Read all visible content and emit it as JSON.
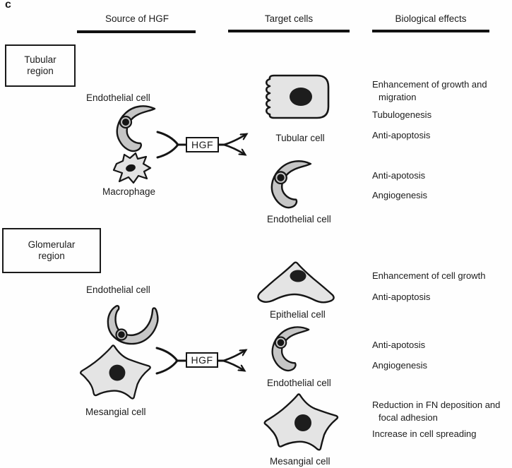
{
  "figure_label": "c",
  "headers": {
    "source": "Source of HGF",
    "targets": "Target cells",
    "effects": "Biological effects"
  },
  "colors": {
    "cell_fill": "#e4e4e4",
    "crescent_fill": "#c6c6c6",
    "nucleus": "#1d1d1d",
    "line": "#161616"
  },
  "tubular": {
    "region_label": "Tubular region",
    "mediator": "HGF",
    "source_cells": [
      "Endothelial cell",
      "Macrophage"
    ],
    "target_groups": [
      {
        "cell": "Tubular cell",
        "effects": [
          "Enhancement of growth and\nmigration",
          "Tubulogenesis",
          "Anti-apoptosis"
        ]
      },
      {
        "cell": "Endothelial cell",
        "effects": [
          "Anti-apotosis",
          "Angiogenesis"
        ]
      }
    ]
  },
  "glomerular": {
    "region_label": "Glomerular region",
    "mediator": "HGF",
    "source_cells": [
      "Endothelial cell",
      "Mesangial cell"
    ],
    "target_groups": [
      {
        "cell": "Epithelial cell",
        "effects": [
          "Enhancement of cell growth",
          "Anti-apoptosis"
        ]
      },
      {
        "cell": "Endothelial cell",
        "effects": [
          "Anti-apotosis",
          "Angiogenesis"
        ]
      },
      {
        "cell": "Mesangial cell",
        "effects": [
          "Reduction in FN deposition and\nfocal adhesion",
          "Increase in cell spreading"
        ]
      }
    ]
  }
}
